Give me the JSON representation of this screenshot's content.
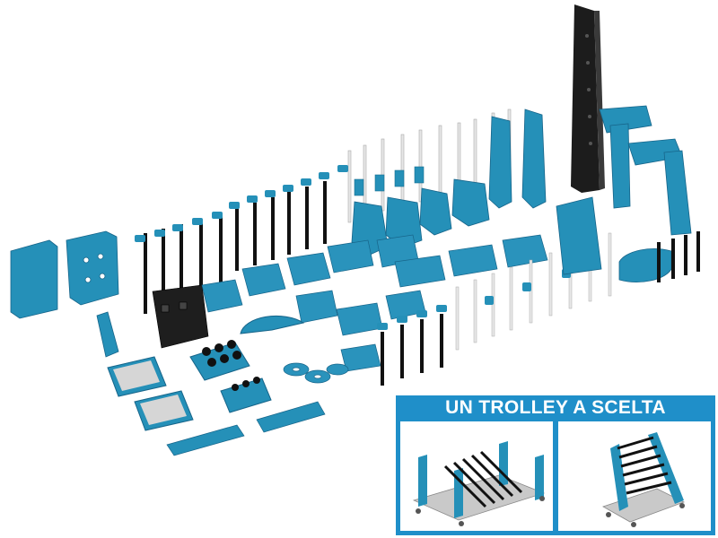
{
  "colors": {
    "accent": "#1f8fc9",
    "tool_blue": "#2590b8",
    "tool_dark": "#1a1a1a",
    "steel": "#d8d8d8"
  },
  "trolley_offer": {
    "title": "UN TROLLEY A SCELTA",
    "options": [
      "trolley-option-horizontal-rack",
      "trolley-option-vertical-rack"
    ]
  }
}
